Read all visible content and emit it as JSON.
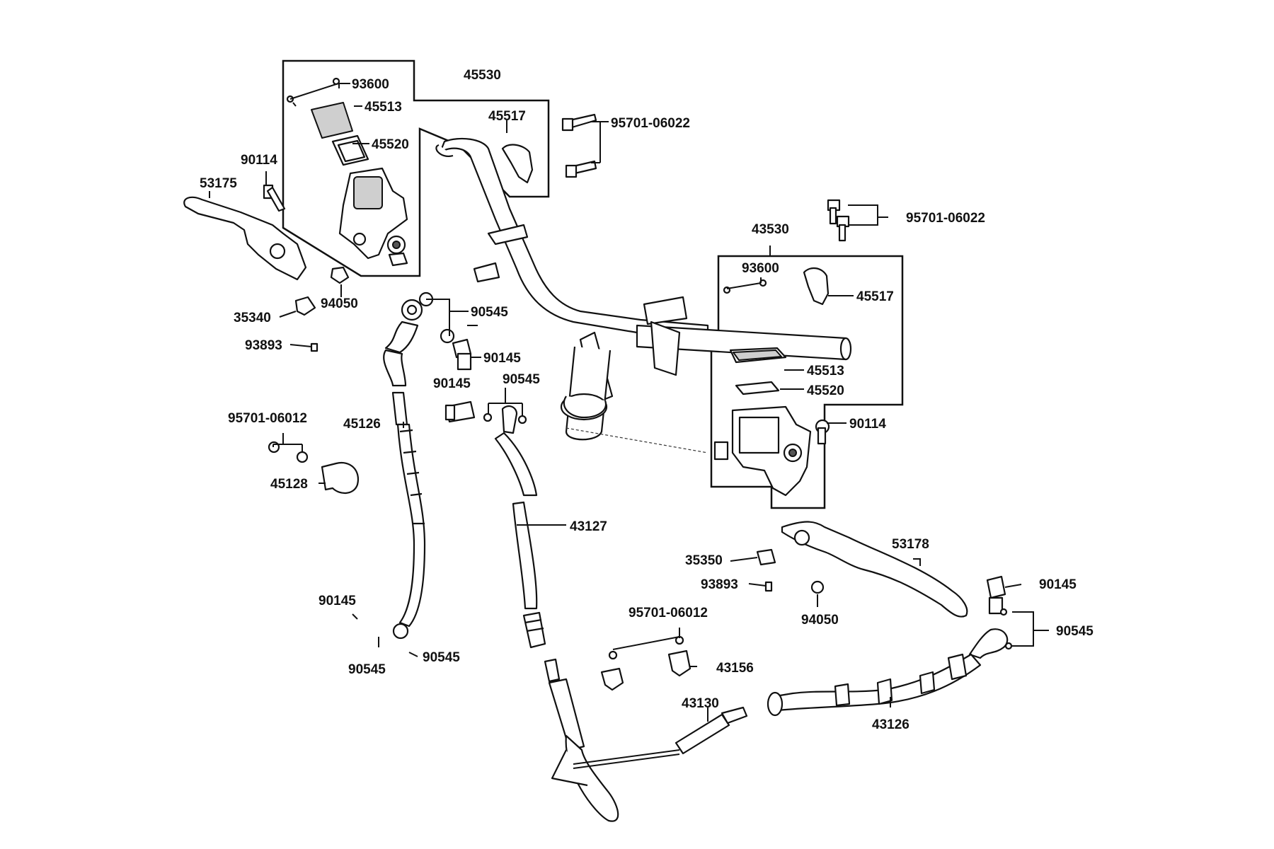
{
  "labels": {
    "l45530": "45530",
    "l93600a": "93600",
    "l45513a": "45513",
    "l45520a": "45520",
    "l45517a": "45517",
    "l95701_06022a": "95701-06022",
    "l90114a": "90114",
    "l53175": "53175",
    "l94050a": "94050",
    "l35340": "35340",
    "l93893a": "93893",
    "l90545a": "90545",
    "l90145a": "90145",
    "l90145b": "90145",
    "l90545b": "90545",
    "l45126": "45126",
    "l95701_06012a": "95701-06012",
    "l45128": "45128",
    "l95701_06022b": "95701-06022",
    "l43530": "43530",
    "l93600b": "93600",
    "l45517b": "45517",
    "l45513b": "45513",
    "l45520b": "45520",
    "l90114b": "90114",
    "l43127": "43127",
    "l53178": "53178",
    "l35350": "35350",
    "l93893b": "93893",
    "l94050b": "94050",
    "l90145c": "90145",
    "l90545c": "90545",
    "l90145d": "90145",
    "l90545d": "90545",
    "l90545e": "90545",
    "l95701_06012b": "95701-06012",
    "l43156": "43156",
    "l43130": "43130",
    "l43126": "43126"
  }
}
